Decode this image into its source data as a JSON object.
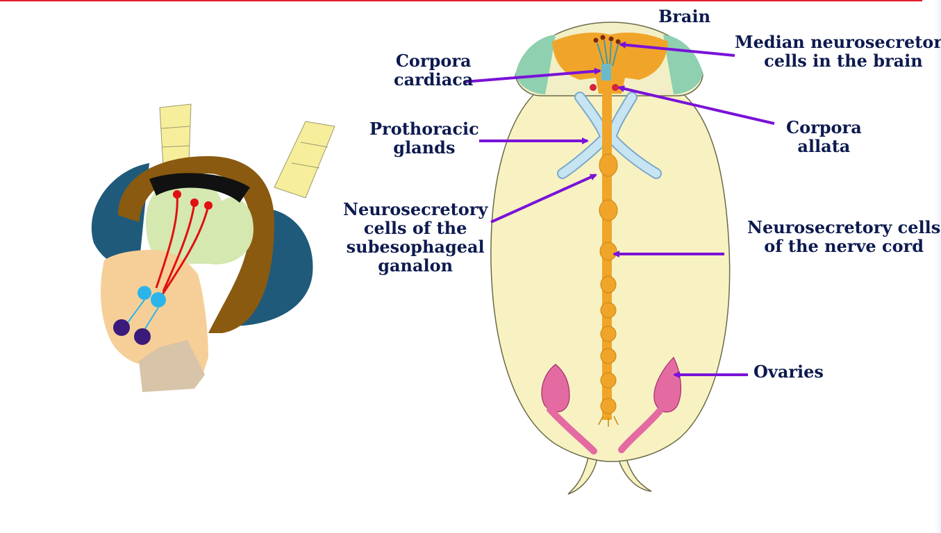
{
  "labels": {
    "brain": "Brain",
    "median_neurosecretory": [
      "Median neurosecretory",
      "cells in the brain"
    ],
    "corpora_cardiaca": [
      "Corpora",
      "cardiaca"
    ],
    "prothoracic_glands": [
      "Prothoracic",
      "glands"
    ],
    "corpora_allata": [
      "Corpora",
      "allata"
    ],
    "subesophageal": [
      "Neurosecretory",
      "cells of the",
      "subesophageal",
      "ganalon"
    ],
    "nerve_cord": [
      "Neurosecretory cells",
      "of the nerve cord"
    ],
    "ovaries": "Ovaries"
  },
  "colors": {
    "label_text": "#0d1a4f",
    "arrow": "#7a12d8",
    "top_rule": "#e21b2c",
    "body": "#f8f2c2",
    "nerve_cord": "#f0a52a",
    "prothoracic": "#c7e4f3",
    "ovary": "#e46aa2"
  }
}
